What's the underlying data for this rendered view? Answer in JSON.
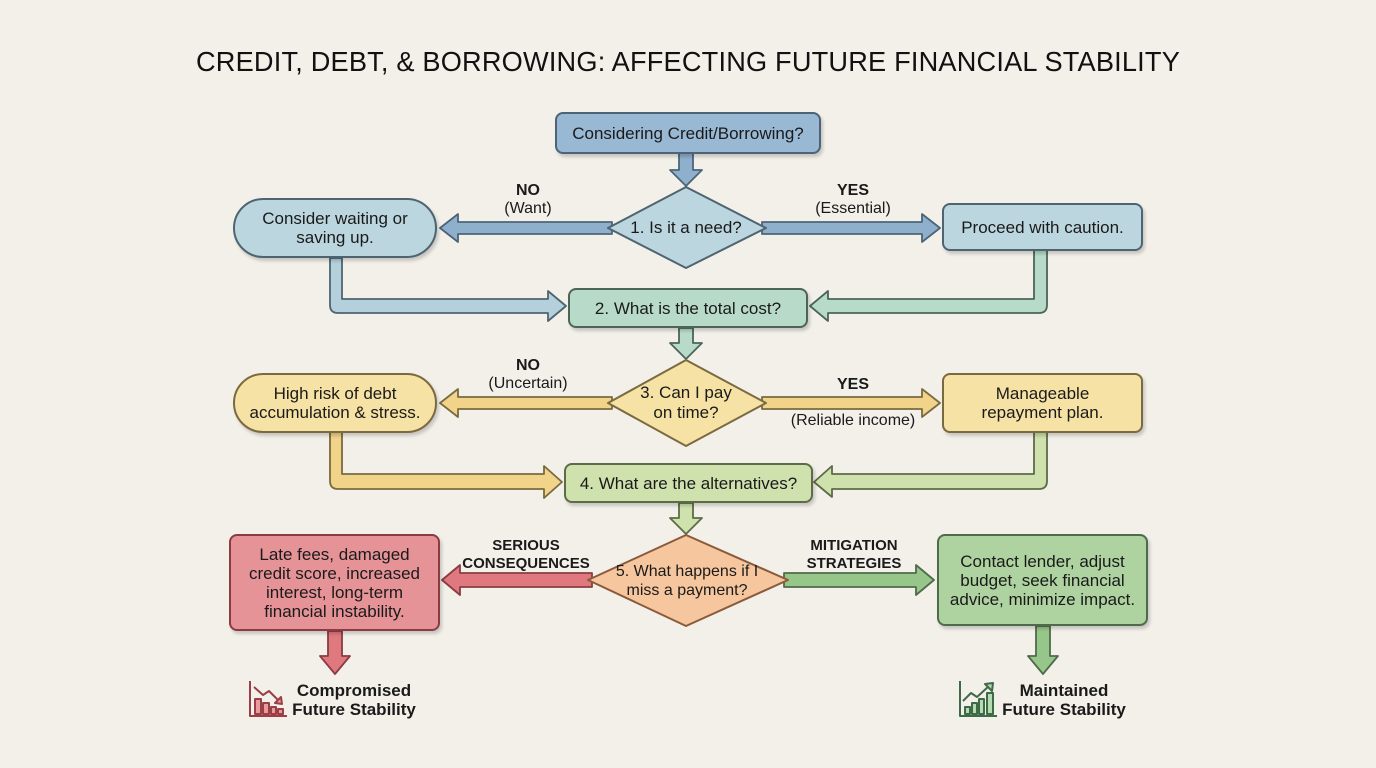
{
  "title": "CREDIT, DEBT, & BORROWING: AFFECTING FUTURE FINANCIAL STABILITY",
  "colors": {
    "background": "#f3f0ea",
    "start": "#98b8d4",
    "step1": "#bcd6e0",
    "step2": "#b8dbc9",
    "step3": "#f6e2a4",
    "step4": "#cfe1ad",
    "step5": "#f6c79e",
    "negative": "#e69398",
    "positive": "#aed3a0"
  },
  "flow": {
    "start": "Considering Credit/Borrowing?",
    "q1": {
      "question": "1. Is it a need?",
      "no_label": "NO",
      "no_sub": "(Want)",
      "no_result": "Consider waiting or saving up.",
      "yes_label": "YES",
      "yes_sub": "(Essential)",
      "yes_result": "Proceed with caution."
    },
    "q2": {
      "question": "2. What is the total cost?"
    },
    "q3": {
      "question": "3. Can I pay on time?",
      "no_label": "NO",
      "no_sub": "(Uncertain)",
      "no_result": "High risk of debt accumulation & stress.",
      "yes_label": "YES",
      "yes_sub": "(Reliable income)",
      "yes_result": "Manageable repayment plan."
    },
    "q4": {
      "question": "4. What are the alternatives?"
    },
    "q5": {
      "question": "5. What happens if I miss a payment?",
      "left_label": "SERIOUS CONSEQUENCES",
      "left_result": "Late fees, damaged credit score, increased interest, long-term financial instability.",
      "right_label": "MITIGATION STRATEGIES",
      "right_result": "Contact lender, adjust budget, seek financial advice, minimize impact."
    },
    "outcomes": {
      "negative": {
        "line1": "Compromised",
        "line2": "Future Stability",
        "icon": "declining-chart-icon"
      },
      "positive": {
        "line1": "Maintained",
        "line2": "Future Stability",
        "icon": "growth-chart-icon"
      }
    }
  }
}
